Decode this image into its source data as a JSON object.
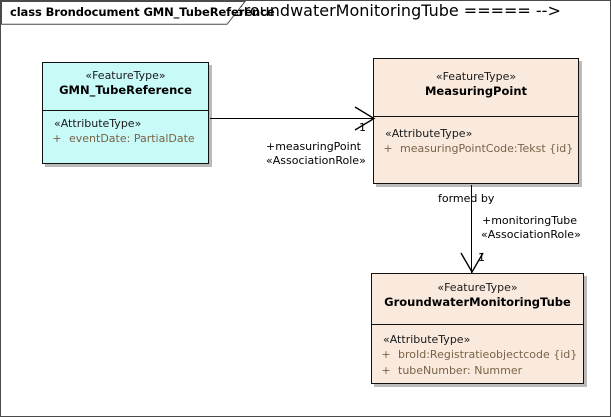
{
  "diagram": {
    "title": "class Brondocument GMN_TubeReference",
    "colors": {
      "class_fill_cyan": "#c8faf8",
      "class_fill_peach": "#faeade",
      "border": "#111111",
      "attribute_text": "#7a6246",
      "canvas_background": "#ffffff"
    }
  },
  "classes": {
    "gmn_tube_reference": {
      "stereotype": "«FeatureType»",
      "name": "GMN_TubeReference",
      "attr_stereotype": "«AttributeType»",
      "attributes": [
        {
          "visibility": "+",
          "text": "eventDate: PartialDate"
        }
      ]
    },
    "measuring_point": {
      "stereotype": "«FeatureType»",
      "name": "MeasuringPoint",
      "attr_stereotype": "«AttributeType»",
      "attributes": [
        {
          "visibility": "+",
          "text": "measuringPointCode:Tekst {id}"
        }
      ]
    },
    "groundwater_monitoring_tube": {
      "stereotype": "«FeatureType»",
      "name": "GroundwaterMonitoringTube",
      "attr_stereotype": "«AttributeType»",
      "attributes": [
        {
          "visibility": "+",
          "text": "broId:Registratieobjectcode {id}"
        },
        {
          "visibility": "+",
          "text": "tubeNumber: Nummer"
        }
      ]
    }
  },
  "associations": {
    "tube_reference_to_measuring_point": {
      "multiplicity": "1",
      "role": "+measuringPoint",
      "stereotype": "«AssociationRole»"
    },
    "measuring_point_to_monitoring_tube": {
      "name": "formed by",
      "role": "+monitoringTube",
      "stereotype": "«AssociationRole»",
      "multiplicity": "1"
    }
  }
}
